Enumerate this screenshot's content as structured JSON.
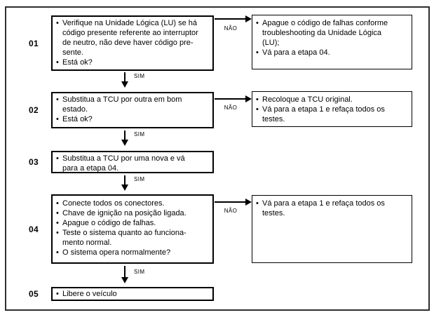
{
  "diagram": {
    "bullet_glyph": "•",
    "connector_labels": {
      "yes": "SIM",
      "no": "NÃO"
    },
    "colors": {
      "background": "#ffffff",
      "text": "#000000",
      "box_border": "#000000",
      "outer_border": "#2e2e2e"
    },
    "steps": [
      {
        "number": "01",
        "box": {
          "bullets": [
            "Verifique na Unidade Lógica (LU) se há\ncódigo presente referente ao interruptor\nde neutro, não deve haver código pre-\nsente.",
            "Está ok?"
          ]
        },
        "no_branch_box": {
          "bullets": [
            "Apague o código de falhas conforme\ntroubleshooting da Unidade Lógica\n(LU);",
            "Vá para a etapa 04."
          ]
        }
      },
      {
        "number": "02",
        "box": {
          "bullets": [
            "Substitua a TCU por outra em bom\nestado.",
            "Está ok?"
          ]
        },
        "no_branch_box": {
          "bullets": [
            "Recoloque a TCU original.",
            "Vá para a etapa 1 e refaça todos os\ntestes."
          ]
        }
      },
      {
        "number": "03",
        "box": {
          "bullets": [
            "Substitua a TCU por uma nova e vá\npara a etapa 04."
          ]
        }
      },
      {
        "number": "04",
        "box": {
          "bullets": [
            "Conecte todos os conectores.",
            "Chave de ignição na posição ligada.",
            "Apague o código de falhas.",
            "Teste o sistema quanto ao funciona-\nmento normal.",
            "O sistema opera normalmente?"
          ]
        },
        "no_branch_box": {
          "bullets": [
            "Vá para a etapa 1 e refaça todos os\ntestes."
          ]
        }
      },
      {
        "number": "05",
        "box": {
          "bullets": [
            "Libere o veículo"
          ]
        }
      }
    ]
  }
}
